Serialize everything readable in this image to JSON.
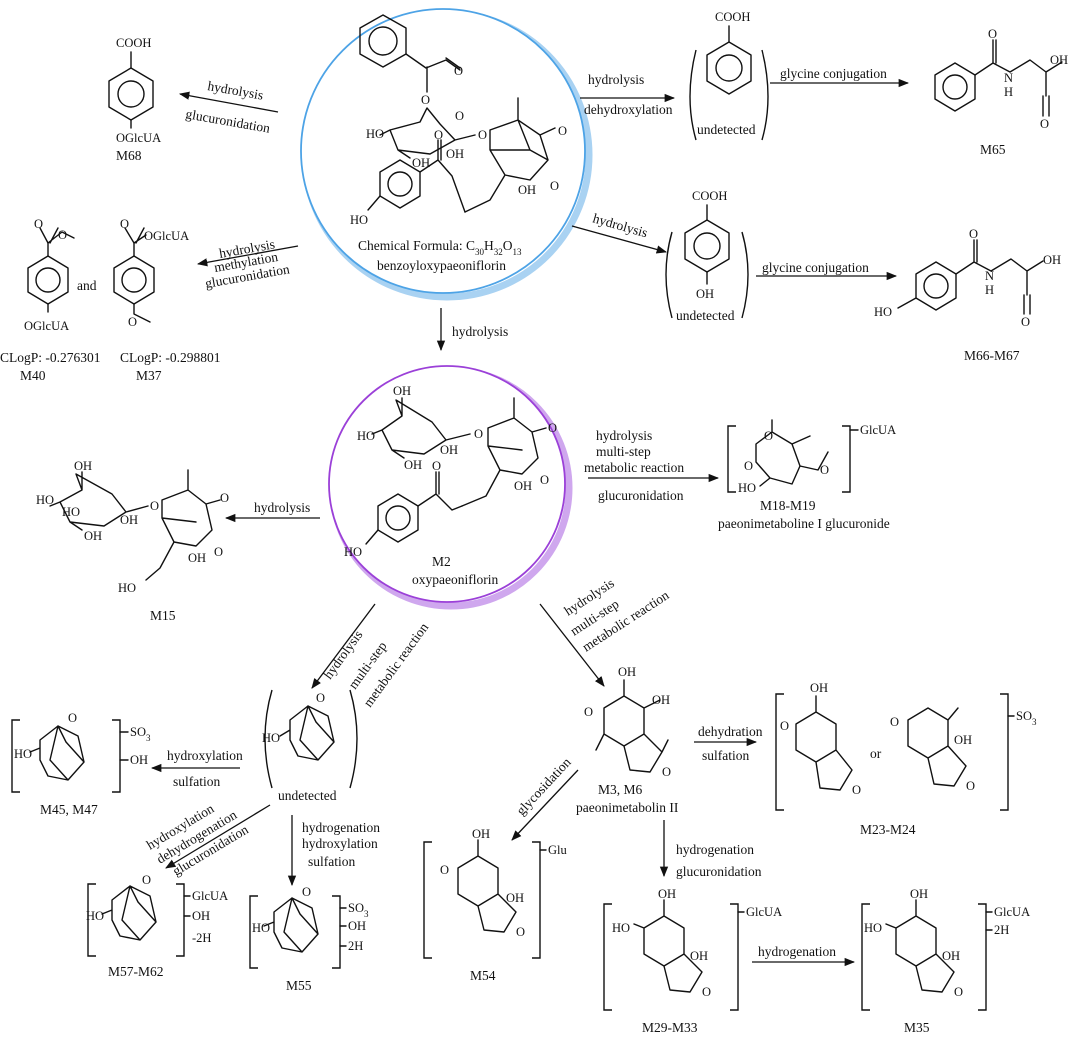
{
  "colors": {
    "circle_top": "#4da3e6",
    "circle_top_shadow": "#a9d2f2",
    "circle_mid": "#9b40d8",
    "circle_mid_shadow": "#cfa7ee",
    "ink": "#111111"
  },
  "parent": {
    "formula_prefix": "Chemical Formula: C",
    "f1": "30",
    "f2": "H",
    "f3": "32",
    "f4": "O",
    "f5": "13",
    "name": "benzoyloxypaeoniflorin"
  },
  "m2": {
    "id": "M2",
    "name": "oxypaeoniflorin"
  },
  "labels": {
    "cooh": "COOH",
    "oglcua": "OGlcUA",
    "ho": "HO",
    "oh": "OH",
    "o": "O",
    "h": "H",
    "n": "N",
    "and": "and",
    "or": "or",
    "glcua": "GlcUA",
    "glu": "Glu",
    "so3": "SO",
    "so3sub": "3",
    "minus2h": "-2H",
    "twoh": "2H",
    "undetected": "undetected"
  },
  "reactions": {
    "hydrolysis": "hydrolysis",
    "glucuronidation": "glucuronidation",
    "dehydroxylation": "dehydroxylation",
    "glycine_conjugation": "glycine conjugation",
    "methylation": "methylation",
    "multistep": "multi-step",
    "metabolic_reaction": "metabolic reaction",
    "multistep_metabolic": "multi-step metabolic reaction",
    "hydroxylation": "hydroxylation",
    "sulfation": "sulfation",
    "dehydrogenation": "dehydrogenation",
    "hydrogenation": "hydrogenation",
    "glycosidation": "glycosidation",
    "dehydration": "dehydration"
  },
  "metabolites": {
    "m68": "M68",
    "m65": "M65",
    "m40": "M40",
    "m37": "M37",
    "clogp40": "CLogP: -0.276301",
    "clogp37": "CLogP: -0.298801",
    "m66": "M66-M67",
    "m15": "M15",
    "m18": "M18-M19",
    "m18_name": "paeonimetaboline I glucuronide",
    "m45": "M45, M47",
    "m57": "M57-M62",
    "m55": "M55",
    "m54": "M54",
    "m3": "M3, M6",
    "m3_name": "paeonimetabolin II",
    "m23": "M23-M24",
    "m29": "M29-M33",
    "m35": "M35"
  }
}
